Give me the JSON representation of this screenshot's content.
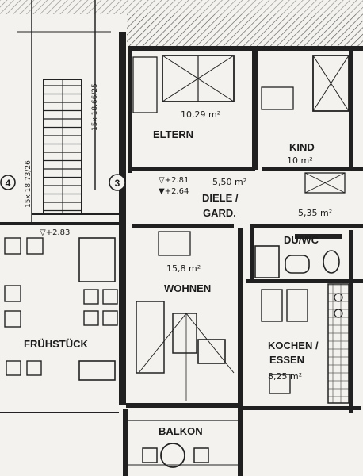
{
  "rooms": {
    "eltern": {
      "name": "ELTERN",
      "area": "10,29 m²"
    },
    "kind": {
      "name": "KIND",
      "area": "10 m²"
    },
    "diele": {
      "name_line1": "DIELE /",
      "name_line2": "GARD.",
      "area": "5,50 m²"
    },
    "duwc": {
      "name": "DU/WC",
      "area": "5,35 m²"
    },
    "wohnen": {
      "name": "WOHNEN",
      "area": "15,8 m²"
    },
    "kochen": {
      "name_line1": "KOCHEN /",
      "name_line2": "ESSEN",
      "area": "8,25 m²"
    },
    "fruehstueck": {
      "name": "FRÜHSTÜCK"
    },
    "balkon": {
      "name": "BALKON"
    }
  },
  "grid_markers": {
    "four": "4",
    "three": "3"
  },
  "levels": {
    "l1": "▽+2.81",
    "l2": "▼+2.64",
    "l3": "▽+2.83"
  },
  "stair_notes": {
    "left": "15x 18,73/26",
    "upper": "15x 18,66/25"
  },
  "colors": {
    "paper": "#f3f2ee",
    "ink": "#1c1c1c"
  }
}
